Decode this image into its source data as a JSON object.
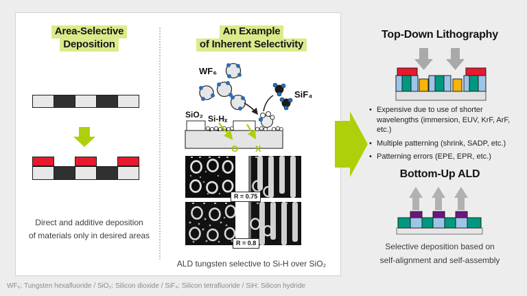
{
  "colors": {
    "accent_lime": "#aed00b",
    "title_highlight": "#dcea8b",
    "red": "#e8192f",
    "teal": "#00997f",
    "light_blue": "#9cc6e8",
    "orange": "#f6b40a",
    "purple": "#6d1580",
    "dark_segment": "#303030",
    "light_segment": "#e8e8e8",
    "gray_arrow": "#a9a9a9",
    "molecule_dot_blue": "#2e6db4"
  },
  "left_panel": {
    "title": [
      "Area-Selective",
      "Deposition"
    ],
    "caption": [
      "Direct and additive deposition",
      "of materials only in desired areas"
    ]
  },
  "middle_panel": {
    "title": [
      "An Example",
      "of Inherent Selectivity"
    ],
    "labels": {
      "wf6": "WF₆",
      "sif4": "SiF₄",
      "sio2": "SiO₂",
      "sihx": "Si-Hₓ",
      "deposit_yes": "O",
      "deposit_no": "X"
    },
    "sem_labels": {
      "top": "R = 0.75",
      "bottom": "R = 0.8"
    },
    "caption": "ALD tungsten selective to Si-H over SiO₂"
  },
  "right_panel": {
    "top_down": {
      "title": "Top-Down Lithography",
      "bullets": [
        "Expensive due to use of shorter wavelengths (immersion, EUV, KrF, ArF, etc.)",
        "Multiple patterning (shrink, SADP, etc.)",
        "Patterning errors (EPE, EPR, etc.)"
      ]
    },
    "bottom_up": {
      "title": "Bottom-Up ALD",
      "caption": [
        "Selective deposition based on",
        "self-alignment and self-assembly"
      ]
    }
  },
  "footnote": "WF₆: Tungsten hexafluoride / SiO₂: Silicon dioxide / SiF₄: Silicon tetrafluoride / SiH: Silicon hydride"
}
